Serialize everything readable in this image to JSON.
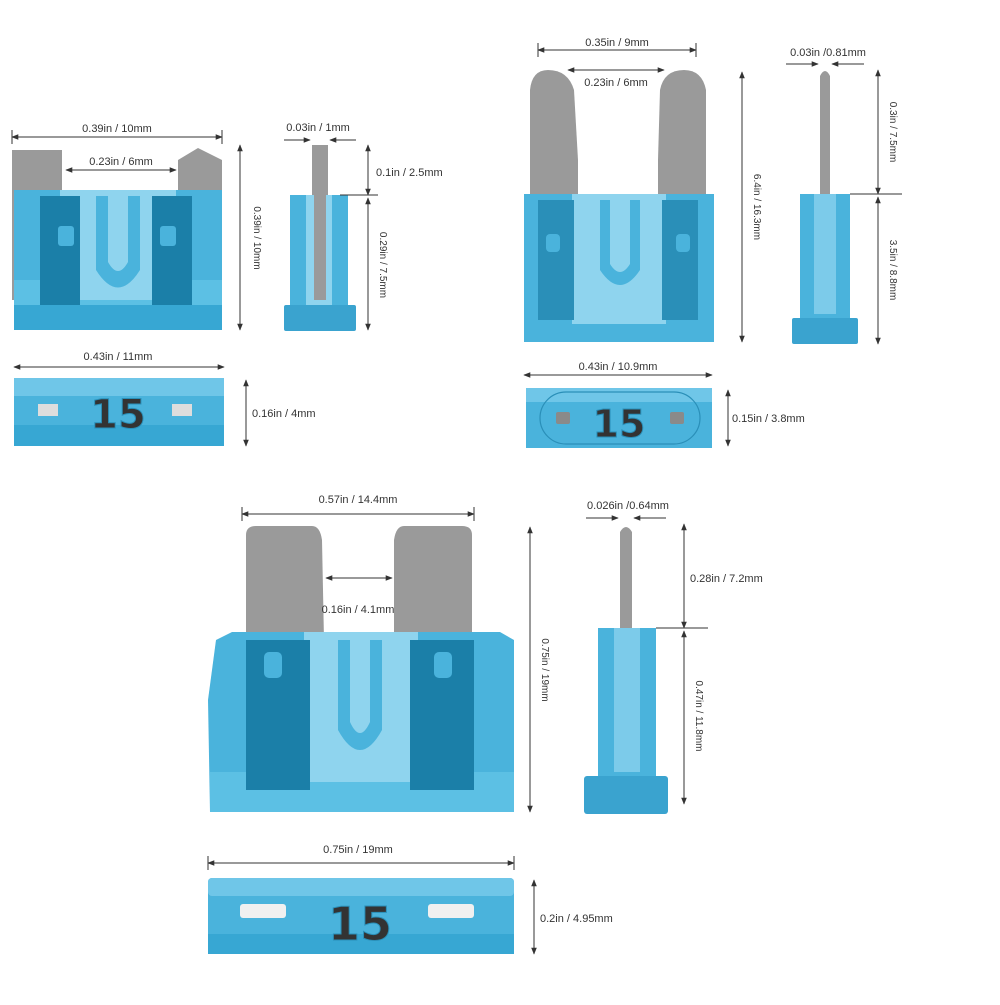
{
  "colors": {
    "body": "#4ab3dc",
    "body_light": "#8fd4ee",
    "body_dark": "#2a8fb8",
    "inner": "#1b7fa8",
    "blade": "#9a9a9a",
    "blade_dark": "#7d7d7d",
    "line": "#333333",
    "text": "#333333"
  },
  "fuse_rating": "15",
  "low_profile": {
    "width": "0.39in / 10mm",
    "blade_gap": "0.23in / 6mm",
    "height": "0.39in / 10mm",
    "side_thickness": "0.03in / 1mm",
    "blade_exposed": "0.1in / 2.5mm",
    "body_height": "0.29in / 7.5mm",
    "top_width": "0.43in / 11mm",
    "top_depth": "0.16in / 4mm"
  },
  "mini": {
    "width": "0.35in / 9mm",
    "blade_gap": "0.23in / 6mm",
    "height": "6.4in / 16.3mm",
    "side_thickness": "0.03in /0.81mm",
    "blade_exposed": "0.3in / 7.5mm",
    "body_height": "3.5in / 8.8mm",
    "top_width": "0.43in / 10.9mm",
    "top_depth": "0.15in / 3.8mm"
  },
  "standard": {
    "width": "0.57in / 14.4mm",
    "blade_gap": "0.16in / 4.1mm",
    "height": "0.75in / 19mm",
    "side_thickness": "0.026in /0.64mm",
    "blade_exposed": "0.28in / 7.2mm",
    "body_height": "0.47in / 11.8mm",
    "top_width": "0.75in / 19mm",
    "top_depth": "0.2in / 4.95mm"
  }
}
